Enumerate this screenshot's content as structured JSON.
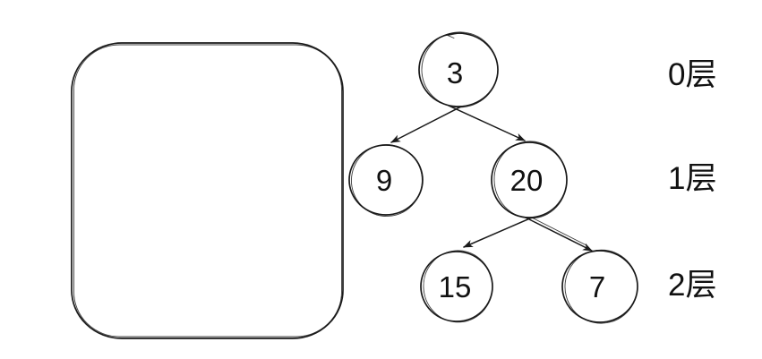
{
  "colors": {
    "ink": "#1a1a1a",
    "background": "#ffffff"
  },
  "tree": {
    "nodes": [
      {
        "value": "3",
        "layer": 0,
        "role": "root"
      },
      {
        "value": "9",
        "layer": 1,
        "parent": "3",
        "side": "left"
      },
      {
        "value": "20",
        "layer": 1,
        "parent": "3",
        "side": "right"
      },
      {
        "value": "15",
        "layer": 2,
        "parent": "20",
        "side": "left"
      },
      {
        "value": "7",
        "layer": 2,
        "parent": "20",
        "side": "right"
      }
    ],
    "edges": [
      {
        "from": "3",
        "to": "9"
      },
      {
        "from": "3",
        "to": "20"
      },
      {
        "from": "20",
        "to": "15"
      },
      {
        "from": "20",
        "to": "7"
      }
    ]
  },
  "layer_labels": [
    {
      "label": "0层"
    },
    {
      "label": "1层"
    },
    {
      "label": "2层"
    }
  ]
}
